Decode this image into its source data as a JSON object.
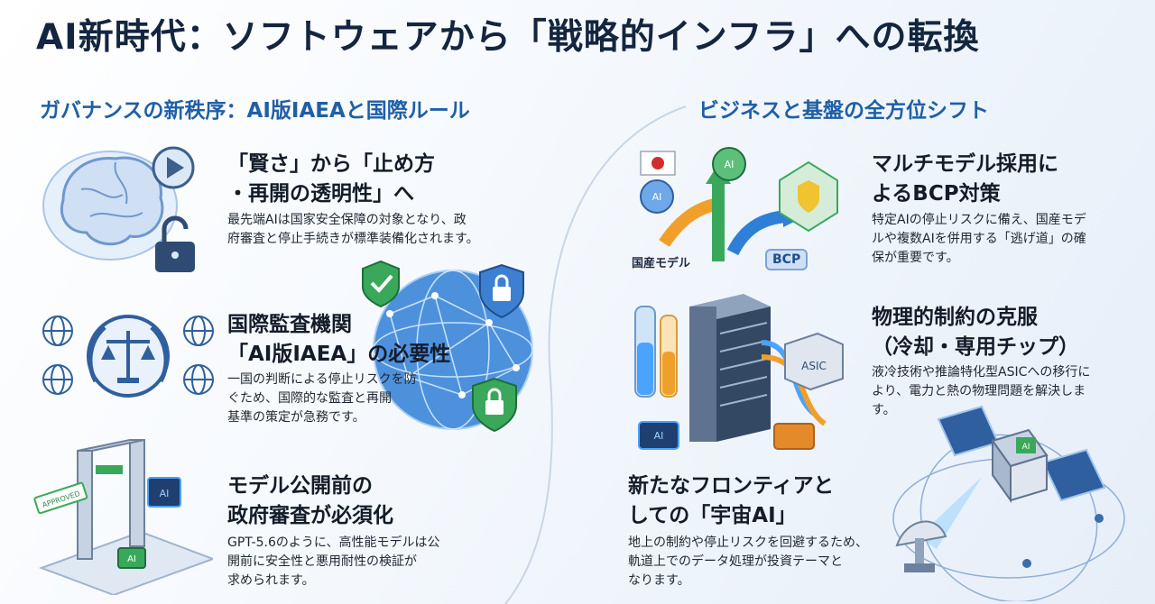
{
  "title": "AI新時代：ソフトウェアから「戦略的インフラ」への転換",
  "left_section": {
    "heading": "ガバナンスの新秩序：AI版IAEAと国際ルール",
    "items": [
      {
        "heading": "「賢さ」から「止め方\n・再開の透明性」へ",
        "body": "最先端AIは国家安全保障の対象となり、政\n府審査と停止手続きが標準装備化されます。"
      },
      {
        "heading": "国際監査機関\n「AI版IAEA」の必要性",
        "body": "一国の判断による停止リスクを防\nぐため、国際的な監査と再開\n基準の策定が急務です。"
      },
      {
        "heading": "モデル公開前の\n政府審査が必須化",
        "body": "GPT-5.6のように、高性能モデルは公\n開前に安全性と悪用耐性の検証が\n求められます。"
      }
    ]
  },
  "right_section": {
    "heading": "ビジネスと基盤の全方位シフト",
    "items": [
      {
        "heading": "マルチモデル採用に\nよるBCP対策",
        "body": "特定AIの停止リスクに備え、国産モデ\nルや複数AIを併用する「逃げ道」の確\n保が重要です。"
      },
      {
        "heading": "物理的制約の克服\n（冷却・専用チップ）",
        "body": "液冷技術や推論特化型ASICへの移行に\nより、電力と熱の物理問題を解決しま\nす。"
      },
      {
        "heading": "新たなフロンティアと\nしての「宇宙AI」",
        "body": "地上の制約や停止リスクを回避するため、\n軌道上でのデータ処理が投資テーマと\nなります。"
      }
    ]
  },
  "illustration_labels": {
    "domestic_model": "国産モデル",
    "bcp": "BCP",
    "asic": "ASIC",
    "ai": "AI",
    "approved": "APPROVED"
  },
  "colors": {
    "title": "#14253f",
    "section_heading": "#1f5fa6",
    "accent_blue": "#2f7fd6",
    "accent_green": "#3aa85a",
    "accent_orange": "#f0a02a"
  }
}
